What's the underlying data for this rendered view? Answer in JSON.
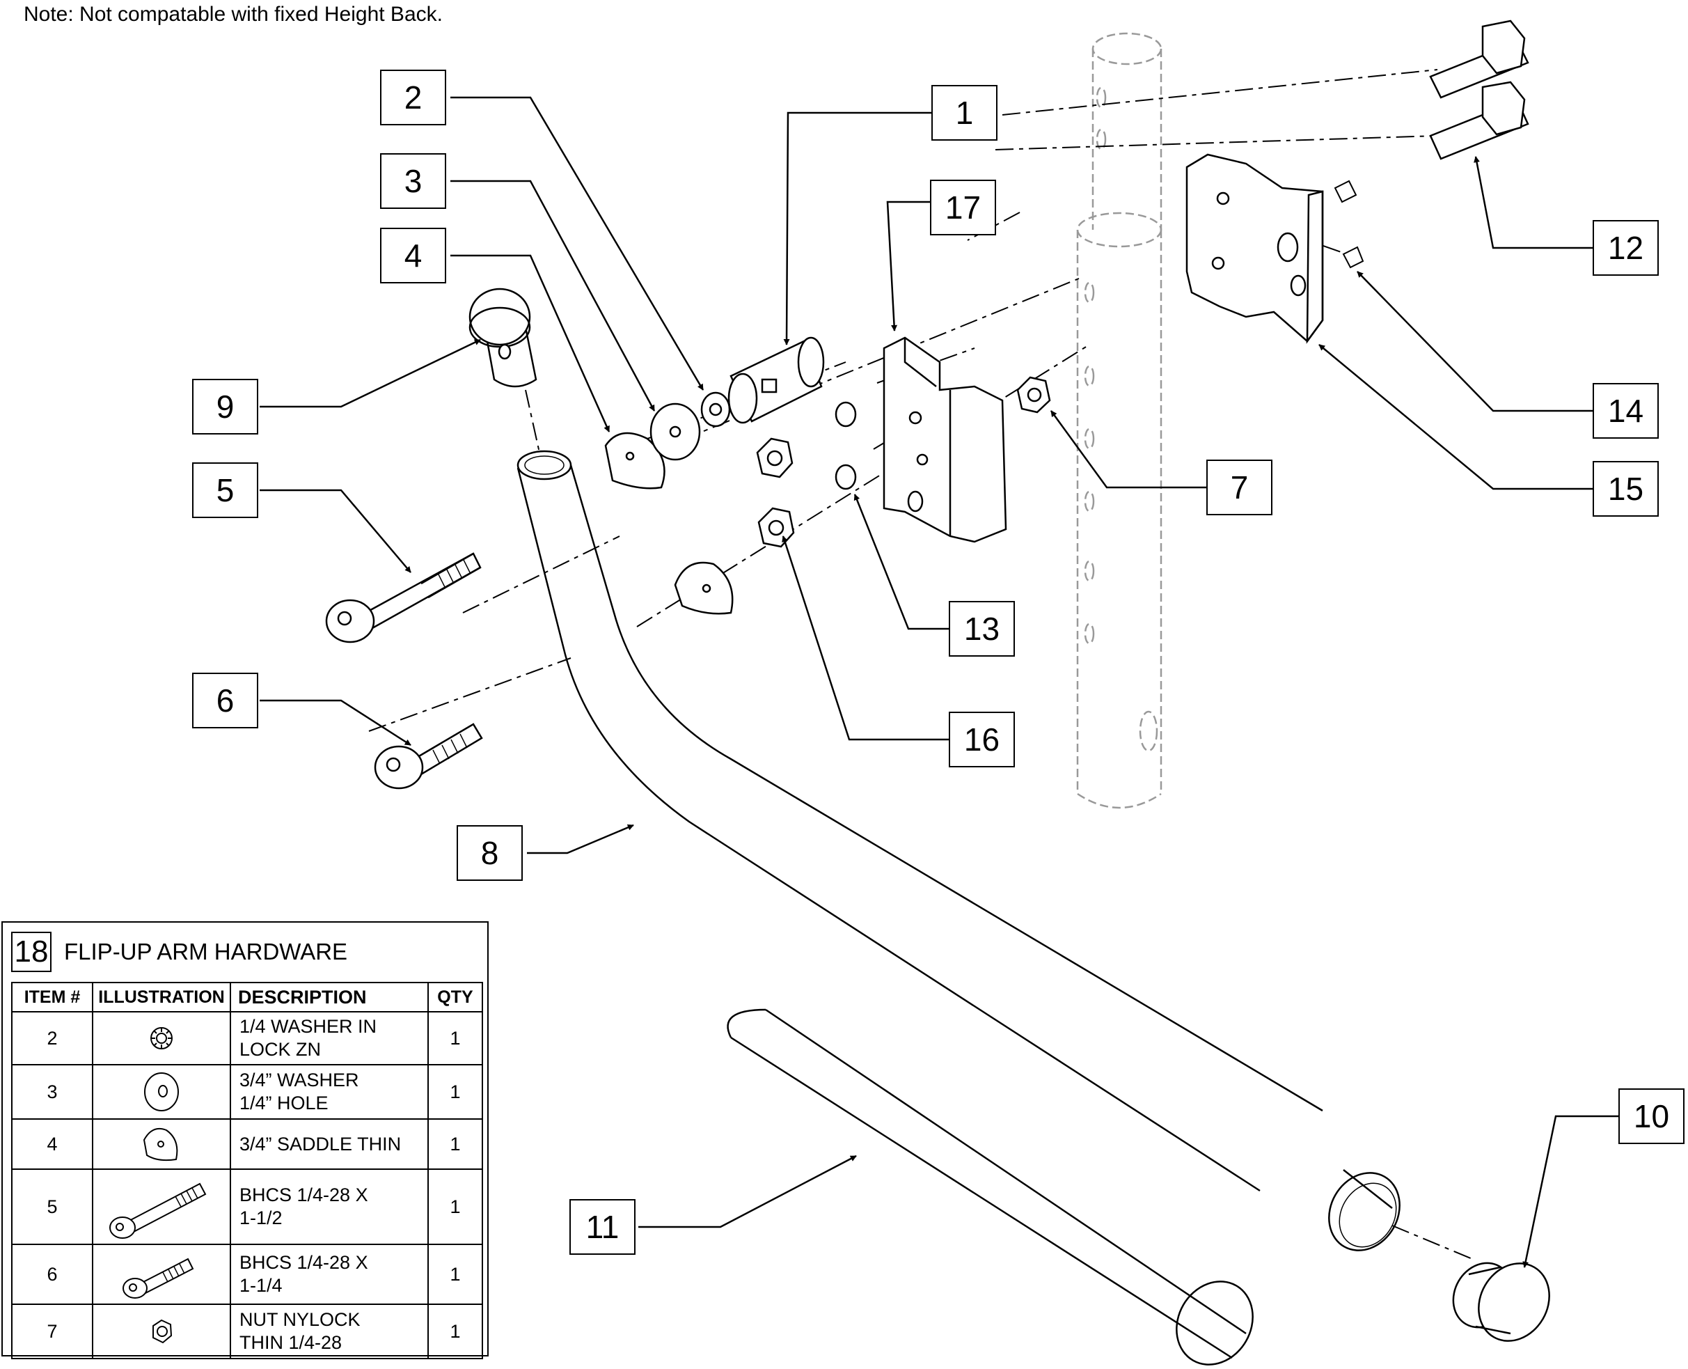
{
  "note": "Note: Not compatable with fixed Height Back.",
  "callouts": [
    "1",
    "2",
    "3",
    "4",
    "5",
    "6",
    "7",
    "8",
    "9",
    "10",
    "11",
    "12",
    "13",
    "14",
    "15",
    "16",
    "17"
  ],
  "table": {
    "number": "18",
    "title": "FLIP-UP ARM HARDWARE",
    "headers": {
      "item": "ITEM #",
      "illustration": "ILLUSTRATION",
      "description": "DESCRIPTION",
      "qty": "QTY"
    },
    "rows": [
      {
        "item": "2",
        "desc1": "1/4 WASHER IN",
        "desc2": "LOCK ZN",
        "qty": "1",
        "icon": "lock-washer-icon"
      },
      {
        "item": "3",
        "desc1": "3/4” WASHER",
        "desc2": "1/4” HOLE",
        "qty": "1",
        "icon": "flat-washer-icon"
      },
      {
        "item": "4",
        "desc1": "3/4” SADDLE THIN",
        "desc2": "",
        "qty": "1",
        "icon": "saddle-icon"
      },
      {
        "item": "5",
        "desc1": "BHCS 1/4-28 X",
        "desc2": "1-1/2",
        "qty": "1",
        "icon": "long-screw-icon"
      },
      {
        "item": "6",
        "desc1": "BHCS 1/4-28 X",
        "desc2": "1-1/4",
        "qty": "1",
        "icon": "short-screw-icon"
      },
      {
        "item": "7",
        "desc1": "NUT NYLOCK",
        "desc2": "THIN 1/4-28",
        "qty": "1",
        "icon": "nylock-nut-icon"
      }
    ]
  }
}
